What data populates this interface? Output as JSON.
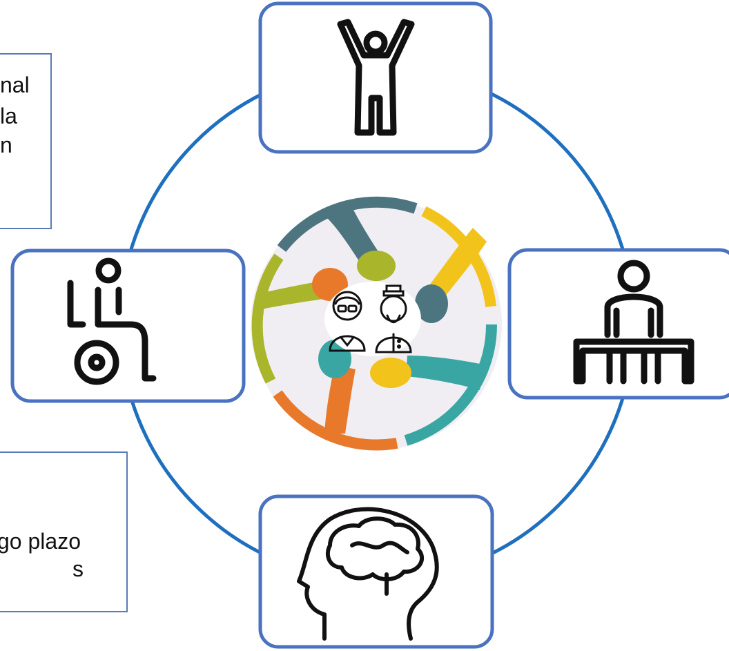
{
  "colors": {
    "ring": "#1f6fbf",
    "card_border": "#4a72c0",
    "icon": "#111111",
    "hand_teal": "#3aa6a3",
    "hand_yellow": "#f2c31b",
    "hand_orange": "#e8792b",
    "hand_olive": "#a9b52a",
    "hand_slate": "#4d7580",
    "hub_bg": "#f0eef3"
  },
  "top_note": {
    "lines": [
      "nal",
      "la",
      "n"
    ]
  },
  "bottom_note": {
    "lines": [
      "go plazo",
      "s"
    ]
  },
  "cards": {
    "top": {
      "icon": "person-arms-raised-icon"
    },
    "right": {
      "icon": "person-seated-at-table-icon"
    },
    "bottom": {
      "icon": "brain-head-icon"
    },
    "left": {
      "icon": "wheelchair-icon"
    }
  },
  "hub": {
    "icon": "hands-circle-icon",
    "center_icons": [
      "elderly-woman-icon",
      "elderly-man-icon"
    ]
  }
}
